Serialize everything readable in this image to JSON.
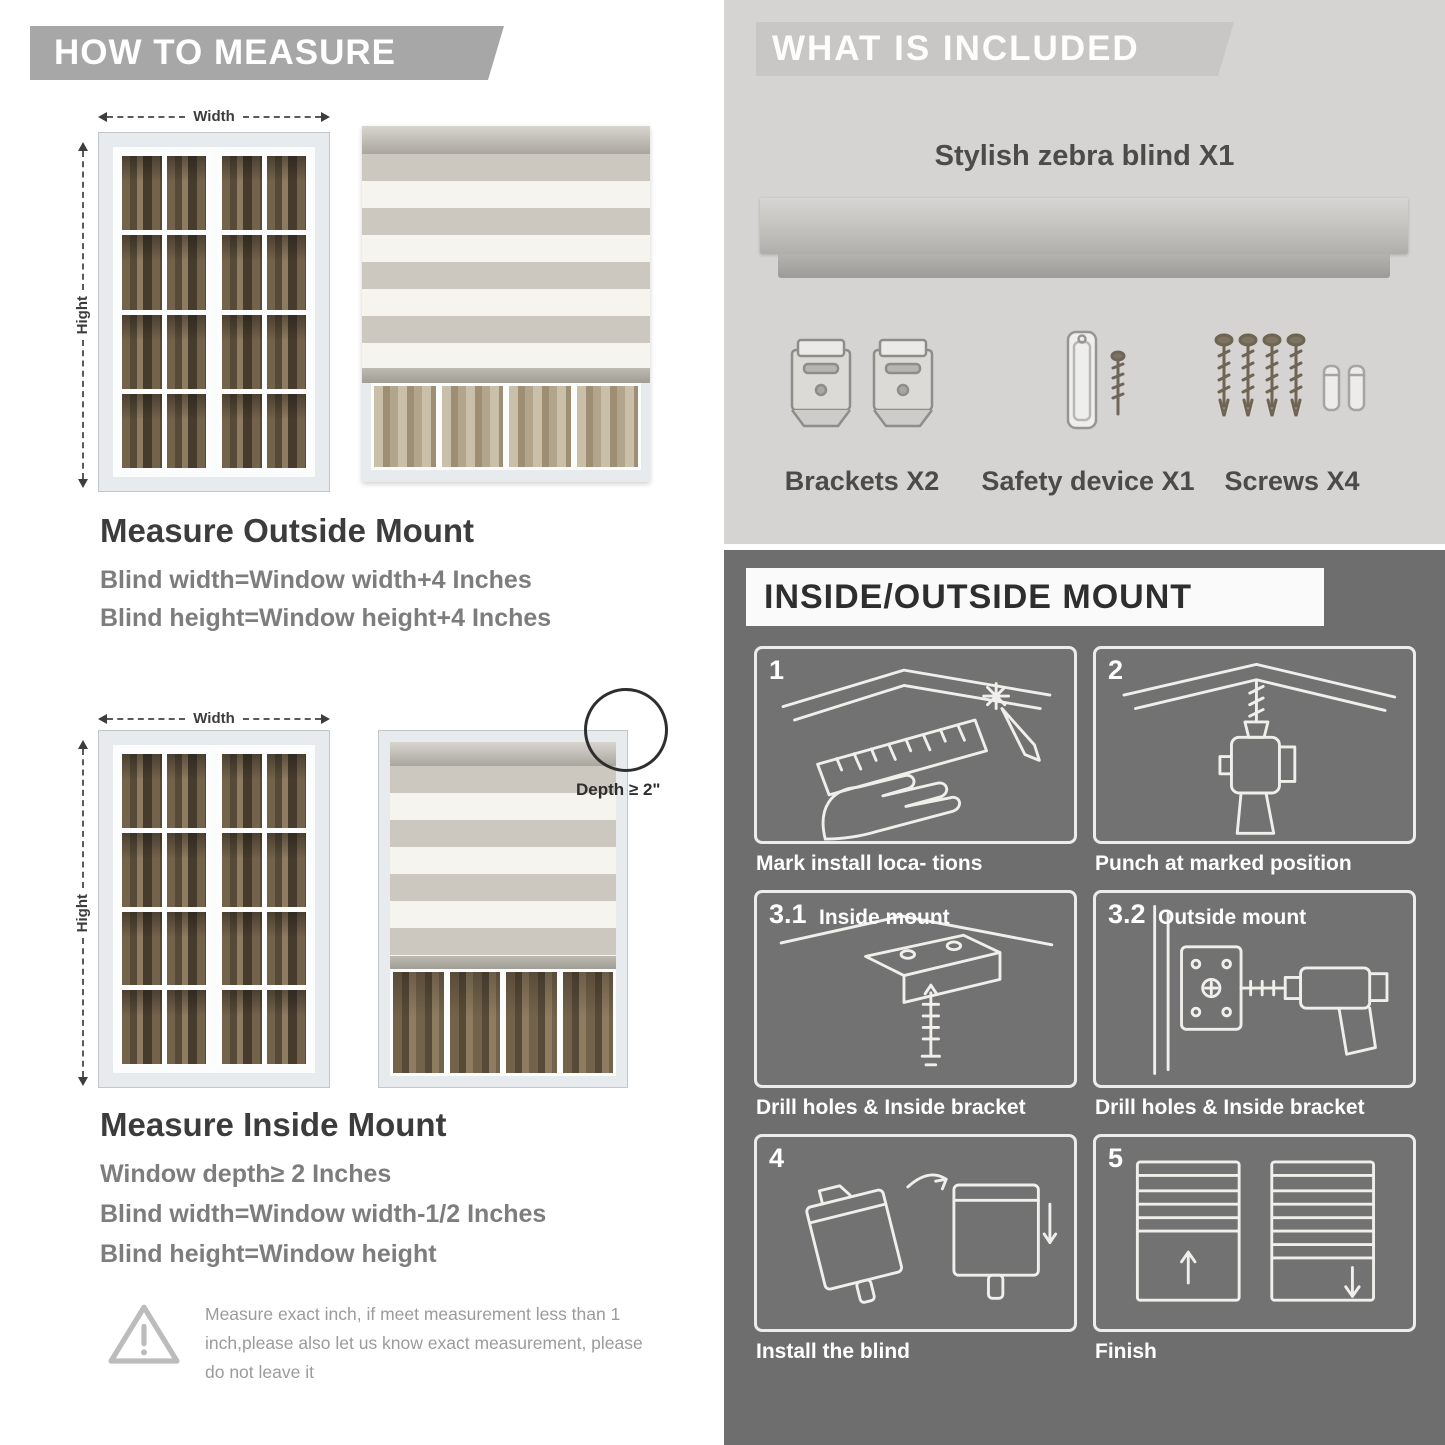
{
  "measure": {
    "header": "HOW TO MEASURE",
    "width_label": "Width",
    "height_label": "Hight",
    "outside": {
      "title": "Measure Outside Mount",
      "lines": [
        "Blind width=Window width+4 Inches",
        "Blind height=Window height+4 Inches"
      ]
    },
    "inside": {
      "title": "Measure Inside Mount",
      "depth_label": "Depth ≥ 2\"",
      "lines": [
        "Window depth≥ 2 Inches",
        "Blind width=Window width-1/2 Inches",
        "Blind height=Window height"
      ]
    },
    "warning_text": "Measure exact inch, if meet measurement less than 1 inch,please also let us know exact measurement, please do not leave it"
  },
  "included": {
    "header": "WHAT IS INCLUDED",
    "product_label": "Stylish zebra blind X1",
    "items": [
      {
        "icon": "brackets-icon",
        "label": "Brackets X2"
      },
      {
        "icon": "safety-device-icon",
        "label": "Safety device X1"
      },
      {
        "icon": "screws-icon",
        "label": "Screws X4"
      }
    ]
  },
  "mount": {
    "header": "INSIDE/OUTSIDE MOUNT",
    "steps": [
      {
        "num": "1",
        "label": "",
        "caption": "Mark install loca- tions"
      },
      {
        "num": "2",
        "label": "",
        "caption": "Punch at marked position"
      },
      {
        "num": "3.1",
        "label": "Inside mount",
        "caption": "Drill holes & Inside bracket"
      },
      {
        "num": "3.2",
        "label": "Outside mount",
        "caption": "Drill holes & Inside bracket"
      },
      {
        "num": "4",
        "label": "",
        "caption": "Install the blind"
      },
      {
        "num": "5",
        "label": "",
        "caption": "Finish"
      }
    ]
  },
  "colors": {
    "banner_gray": "#a7a7a7",
    "panel_light": "#d5d4d2",
    "panel_dark": "#6e6e6e",
    "heading_dark": "#3c3c3c",
    "body_gray": "#7d7d7d"
  }
}
